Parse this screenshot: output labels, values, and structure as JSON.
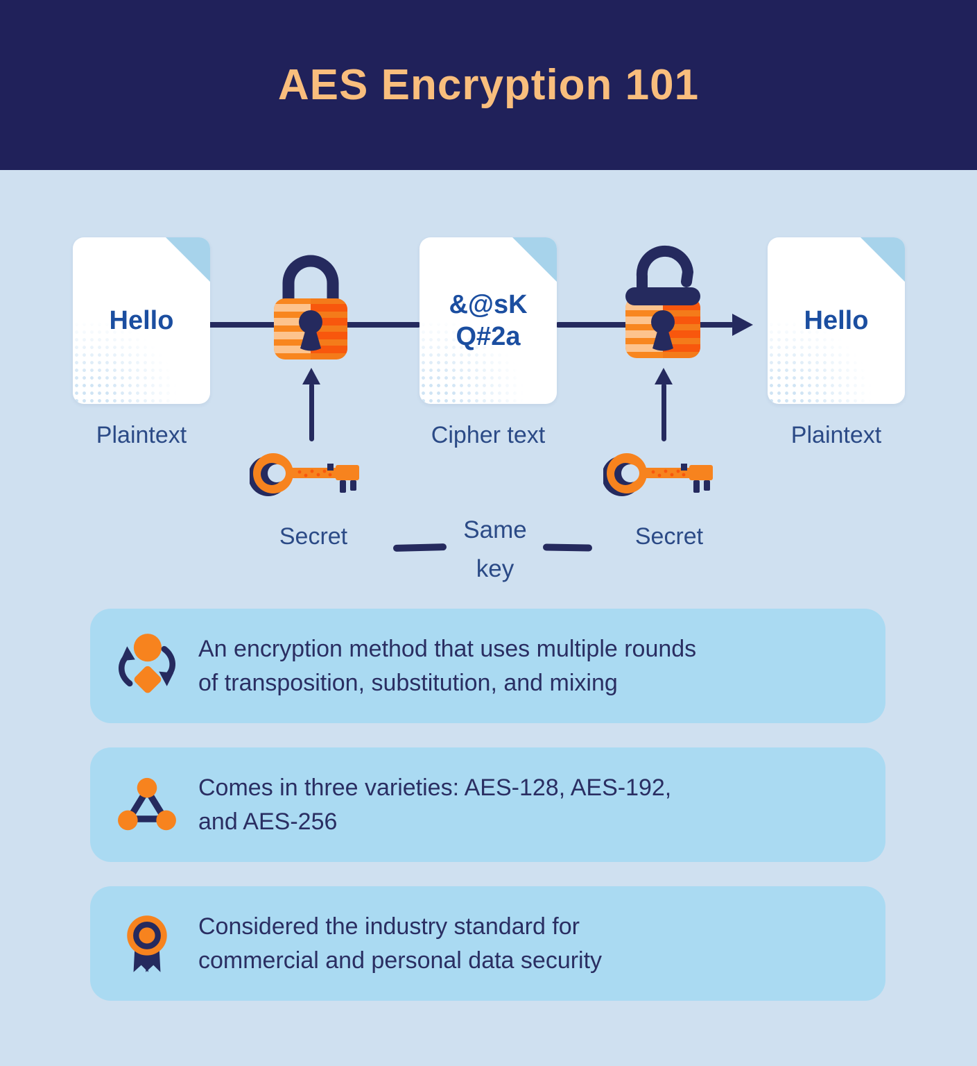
{
  "title": "AES Encryption 101",
  "flow": {
    "plaintext_left": {
      "content": "Hello",
      "label": "Plaintext"
    },
    "cipher": {
      "content_lines": [
        "&@sK",
        "Q#2a"
      ],
      "label": "Cipher text"
    },
    "plaintext_right": {
      "content": "Hello",
      "label": "Plaintext"
    },
    "key_left_label": "Secret",
    "key_right_label": "Secret",
    "same_key_lines": [
      "Same",
      "key"
    ]
  },
  "facts": [
    {
      "icon": "rounds-cycle-icon",
      "lines": [
        "An encryption method that uses multiple rounds",
        "of transposition, substitution, and mixing"
      ]
    },
    {
      "icon": "three-varieties-network-icon",
      "lines": [
        "Comes in three varieties: AES-128, AES-192,",
        "and AES-256"
      ]
    },
    {
      "icon": "industry-standard-award-icon",
      "lines": [
        "Considered the industry standard for",
        "commercial and personal data security"
      ]
    }
  ],
  "colors": {
    "header_bg": "#20215A",
    "page_bg": "#CFE0F0",
    "card_bg": "#AADAF2",
    "title_text": "#F9BE7D",
    "fact_text": "#2A2E62",
    "doc_text": "#1B4EA0",
    "label_text": "#2B4A86",
    "navy": "#252A5E",
    "orange": "#F7831E",
    "orange_bright": "#F8570D",
    "orange_light_stripe": "#FDC38D",
    "doc_fold": "#A7D3EB",
    "doc_bg": "#FFFFFF"
  }
}
